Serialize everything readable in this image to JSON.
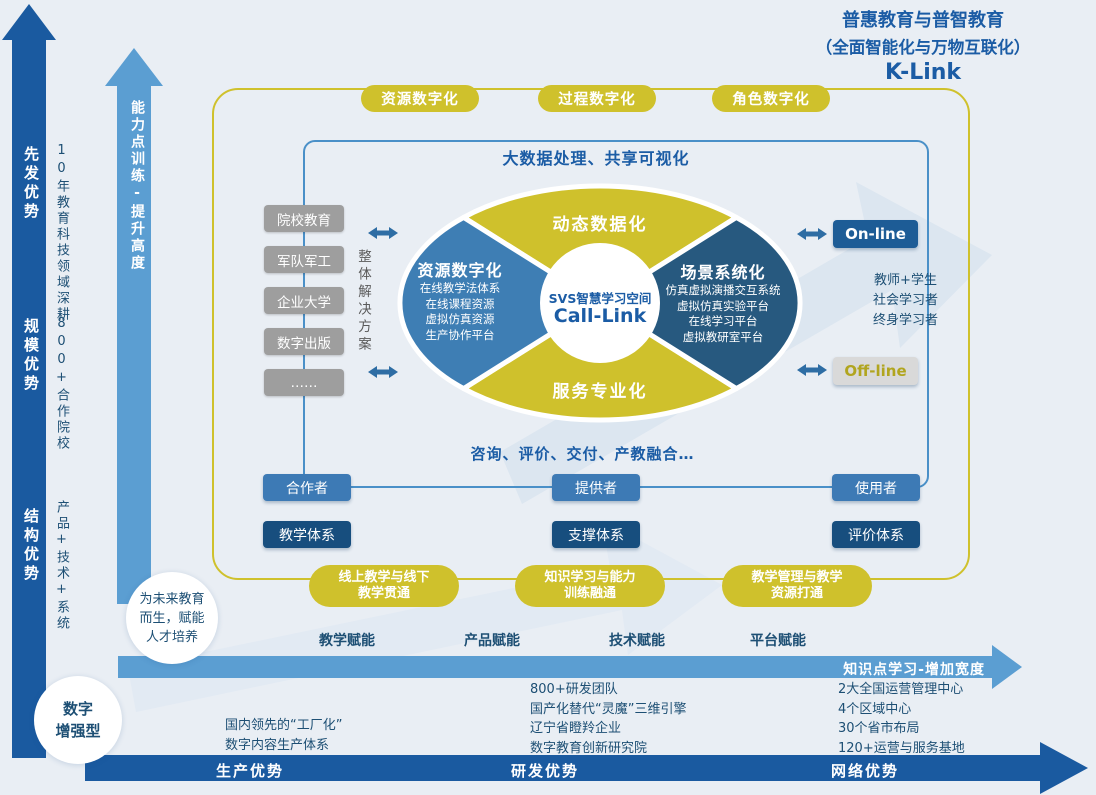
{
  "header": {
    "title_line1": "普惠教育与普智教育",
    "title_line2": "（全面智能化与万物互联化）",
    "brand": "K-Link"
  },
  "left_axis": {
    "advantages": [
      {
        "label": "先发优势",
        "note": "10年教育科技领域深耕"
      },
      {
        "label": "规模优势",
        "note": "800+合作院校"
      },
      {
        "label": "结构优势",
        "note": "产品+技术+系统"
      }
    ]
  },
  "vertical_axis_label": "能力点训练-提升高度",
  "horizontal_axis_label": "知识点学习-增加宽度",
  "top_pills": [
    "资源数字化",
    "过程数字化",
    "角色数字化"
  ],
  "big_data_label": "大数据处理、共享可视化",
  "core": {
    "top": "动态数据化",
    "bottom": "服务专业化",
    "left_title": "资源数字化",
    "left_items": "在线教学法体系\n在线课程资源\n虚拟仿真资源\n生产协作平台",
    "right_title": "场景系统化",
    "right_items": "仿真虚拟演播交互系统\n虚拟仿真实验平台\n在线学习平台\n虚拟教研室平台",
    "center_line1": "SVS智慧学习空间",
    "center_line2": "Call-Link"
  },
  "client_boxes": [
    "院校教育",
    "军队军工",
    "企业大学",
    "数字出版",
    "……"
  ],
  "solution_label": "整体解决方案",
  "online_label": "On-line",
  "offline_label": "Off-line",
  "learners": "教师+学生\n社会学习者\n终身学习者",
  "services_label": "咨询、评价、交付、产教融合…",
  "roles": [
    "合作者",
    "提供者",
    "使用者"
  ],
  "systems": [
    "教学体系",
    "支撑体系",
    "评价体系"
  ],
  "integration_pills": [
    "线上教学与线下\n教学贯通",
    "知识学习与能力\n训练融通",
    "教学管理与教学\n资源打通"
  ],
  "empowerments": [
    "教学赋能",
    "产品赋能",
    "技术赋能",
    "平台赋能"
  ],
  "mission": "为未来教育\n而生，赋能\n人才培养",
  "digital_type": "数字\n增强型",
  "bottom_stats": {
    "production": "国内领先的“工厂化”\n数字内容生产体系",
    "research": "800+研发团队\n国产化替代“灵魔”三维引擎\n辽宁省瞪羚企业\n数字教育创新研究院",
    "network": "2大全国运营管理中心\n4个区域中心\n30个省市布局\n120+运营与服务基地"
  },
  "bottom_axis": [
    "生产优势",
    "研发优势",
    "网络优势"
  ],
  "colors": {
    "dark_blue": "#1a5aa0",
    "mid_blue": "#5b9ed2",
    "yellow": "#cfc12c",
    "navy_text": "#1d4f74"
  }
}
